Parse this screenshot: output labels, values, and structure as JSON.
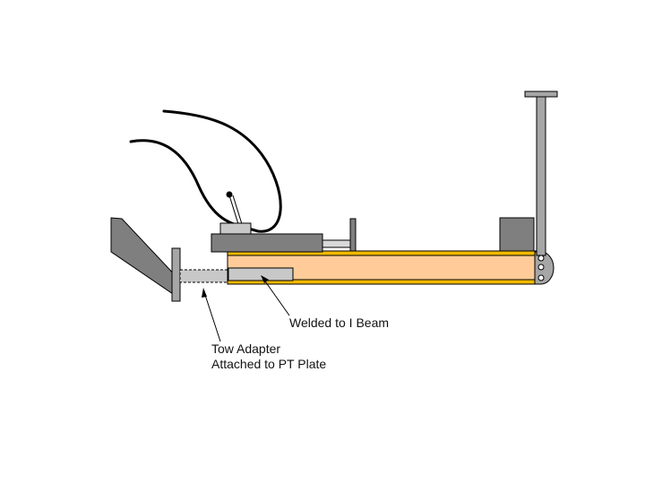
{
  "labels": {
    "welded": "Welded to I Beam",
    "tow_adapter_line1": "Tow Adapter",
    "tow_adapter_line2": "Attached to PT Plate"
  },
  "colors": {
    "beam_fill": "#ffcc99",
    "beam_flange": "#f0b800",
    "part_gray": "#7f7f7f",
    "part_light": "#c8c8c8",
    "steel_gray": "#a6a6a6",
    "outline": "#000000"
  }
}
